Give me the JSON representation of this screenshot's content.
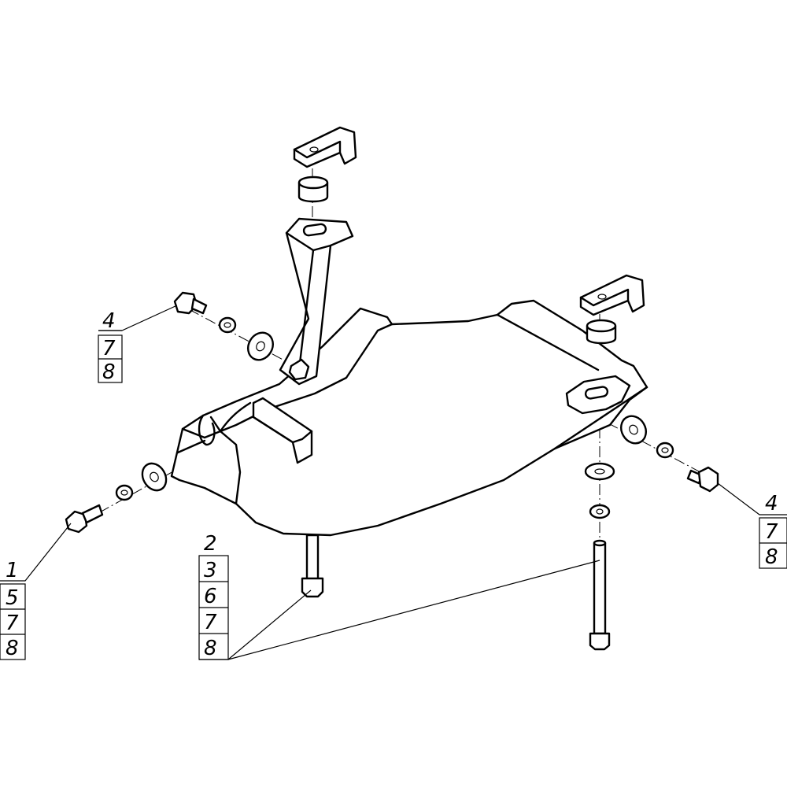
{
  "callouts": {
    "left_upper": [
      "4",
      "7",
      "8"
    ],
    "left_lower": [
      "1",
      "5",
      "7",
      "8"
    ],
    "center": [
      "2",
      "3",
      "6",
      "7",
      "8"
    ],
    "right": [
      "4",
      "7",
      "8"
    ]
  },
  "colors": {
    "line": "#000000",
    "background": "#ffffff"
  }
}
